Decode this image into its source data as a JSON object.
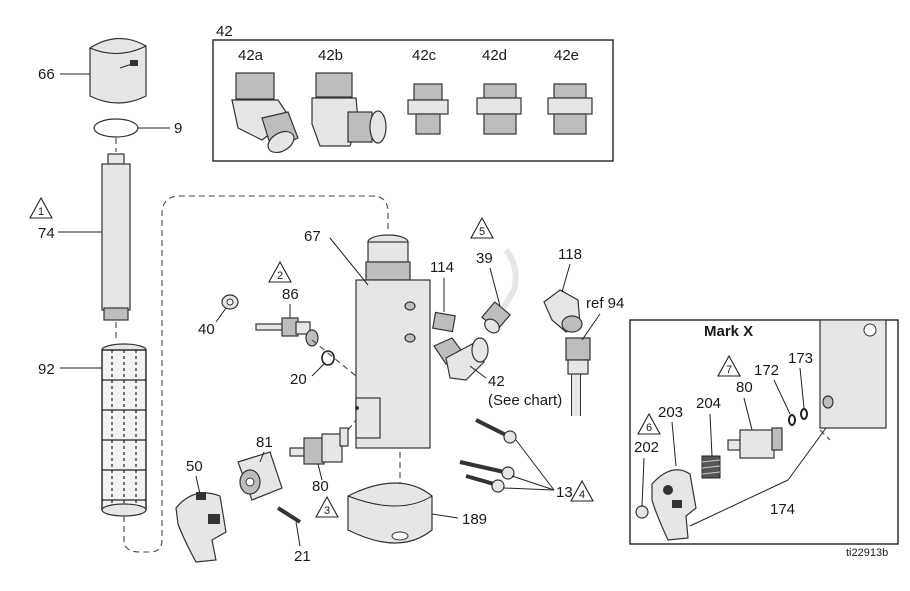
{
  "kit_box": {
    "ref": "42",
    "variants": [
      "42a",
      "42b",
      "42c",
      "42d",
      "42e"
    ]
  },
  "parts": {
    "p66": "66",
    "p9": "9",
    "p74": "74",
    "p92": "92",
    "p67": "67",
    "p114": "114",
    "p39": "39",
    "p118": "118",
    "ref94": "ref 94",
    "p86": "86",
    "p40": "40",
    "p20": "20",
    "p42": "42",
    "p42_note": "(See chart)",
    "p81": "81",
    "p50": "50",
    "p80": "80",
    "p13": "13",
    "p21": "21",
    "p189": "189"
  },
  "warnings": {
    "w1": "1",
    "w2": "2",
    "w3": "3",
    "w4": "4",
    "w5": "5",
    "w6": "6",
    "w7": "7"
  },
  "inset": {
    "title": "Mark X",
    "p203": "203",
    "p204": "204",
    "p80": "80",
    "p172": "172",
    "p173": "173",
    "p202": "202",
    "p174": "174"
  },
  "figure_id": "ti22913b"
}
